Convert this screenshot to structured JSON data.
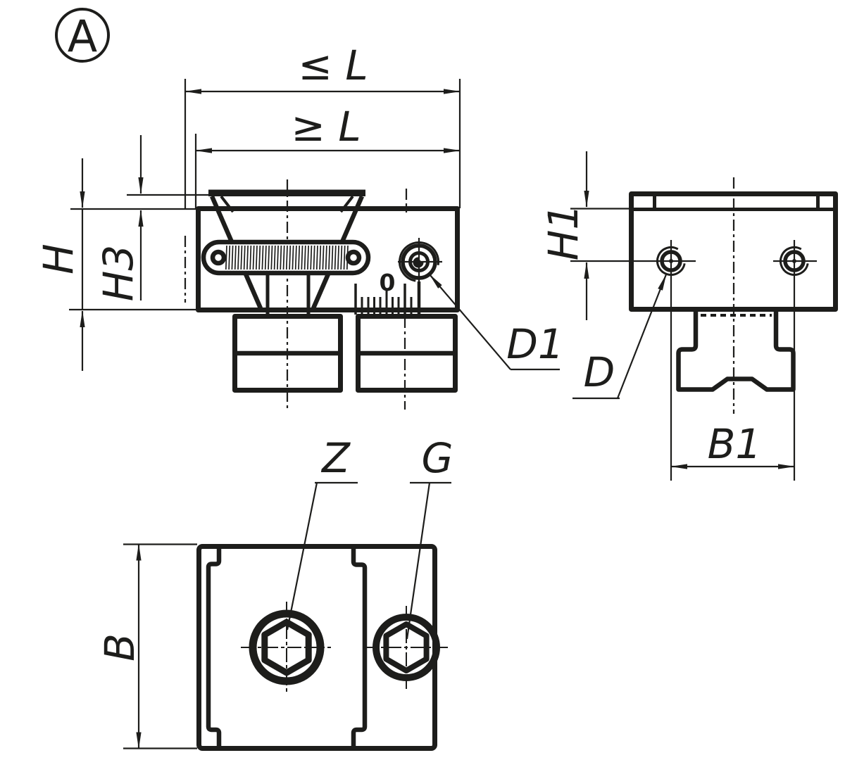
{
  "drawing": {
    "title_label": "A",
    "front_view": {
      "dim_max_length": "≤ L",
      "dim_min_length": "≥ L",
      "dim_total_height": "H",
      "dim_wedge_height": "H3",
      "scale_zero": "0",
      "screw_diameter_label": "D1"
    },
    "side_view": {
      "dim_top_to_hole": "H1",
      "hole_diameter_label": "D",
      "dim_tenon_width": "B1"
    },
    "bottom_view": {
      "dim_width": "B",
      "hex_socket_label": "Z",
      "thread_label": "G"
    },
    "colors": {
      "line": "#1d1d1b",
      "background": "#ffffff"
    }
  }
}
